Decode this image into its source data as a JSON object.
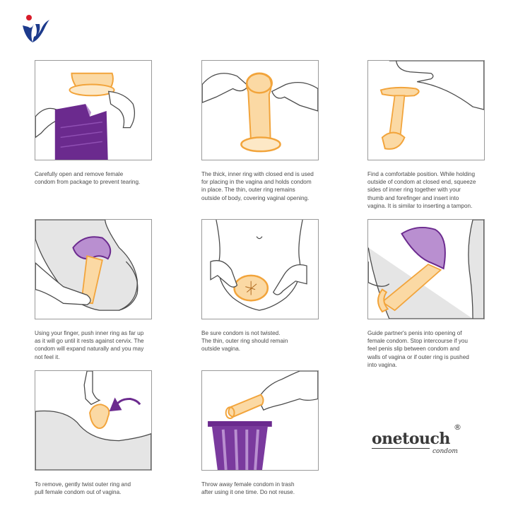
{
  "colors": {
    "condom_fill": "#fbd9a4",
    "condom_stroke": "#f2a43b",
    "purple": "#6b2a8e",
    "purple_light": "#b98fd0",
    "skin_stroke": "#4a4a4a",
    "logo_blue": "#1c3a8c",
    "logo_red": "#d81c2a"
  },
  "icons": {
    "top_logo": "company-logo",
    "brand_logo": "onetouch-logo"
  },
  "steps": [
    {
      "caption_lines": [
        "Carefully open and remove female",
        "condom from package to prevent tearing."
      ],
      "illustration": "hand-opening-package"
    },
    {
      "caption_lines": [
        "The thick, inner ring with closed end is used",
        "for placing in the vagina and holds condom",
        "in place. The thin, outer ring remains",
        "outside of body, covering vaginal opening."
      ],
      "illustration": "hands-holding-condom"
    },
    {
      "caption_lines": [
        "Find a comfortable position. While holding",
        "outside of condom at closed end, squeeze",
        "sides of inner ring together with your",
        "thumb and forefinger and insert into",
        "vagina. It is similar to inserting a tampon."
      ],
      "illustration": "squeezing-inner-ring"
    },
    {
      "caption_lines": [
        "Using your finger, push inner ring as far up",
        "as it will go until it rests against cervix. The",
        "condom will expand naturally and you may",
        "not feel it."
      ],
      "illustration": "pushing-inner-ring"
    },
    {
      "caption_lines": [
        "Be sure condom is not twisted.",
        "The thin, outer ring should remain",
        "outside vagina."
      ],
      "illustration": "outer-ring-check"
    },
    {
      "caption_lines": [
        "Guide partner's penis into opening of",
        "female condom. Stop intercourse if you",
        "feel penis slip between condom and",
        "walls of vagina or if outer ring is pushed",
        "into vagina."
      ],
      "illustration": "guide-insertion"
    },
    {
      "caption_lines": [
        "To remove, gently twist outer ring and",
        "pull female condom out of vagina."
      ],
      "illustration": "twist-remove"
    },
    {
      "caption_lines": [
        "Throw away female condom in trash",
        "after using it one time. Do not reuse."
      ],
      "illustration": "dispose-trash"
    }
  ],
  "brand": {
    "name": "onetouch",
    "sub": "condom",
    "reg": "®"
  }
}
